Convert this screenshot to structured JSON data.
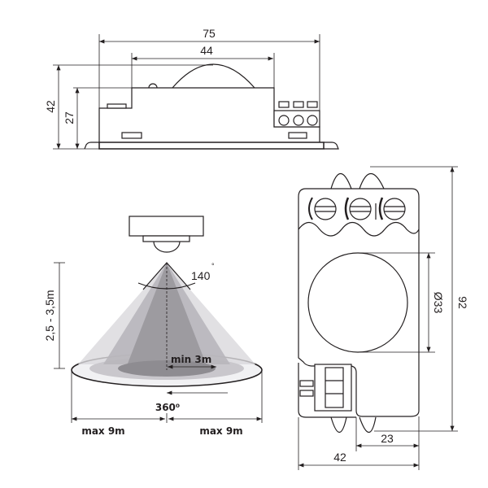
{
  "side_view": {
    "width_total": "75",
    "width_dome": "44",
    "height_total": "42",
    "height_body": "27"
  },
  "coverage_view": {
    "mount_height": "2,5 - 3,5m",
    "angle": "140",
    "angle_unit": "°",
    "min_radius": "min 3m",
    "rotation": "360⁰",
    "max_left": "max 9m",
    "max_right": "max 9m"
  },
  "front_view": {
    "lens_diameter": "Ø33",
    "height": "92",
    "offset": "23",
    "width": "42"
  },
  "colors": {
    "line": "#231f20",
    "cone_light": "#d9d8dc",
    "cone_mid": "#b8b6bb",
    "cone_dark": "#8e8c91"
  }
}
